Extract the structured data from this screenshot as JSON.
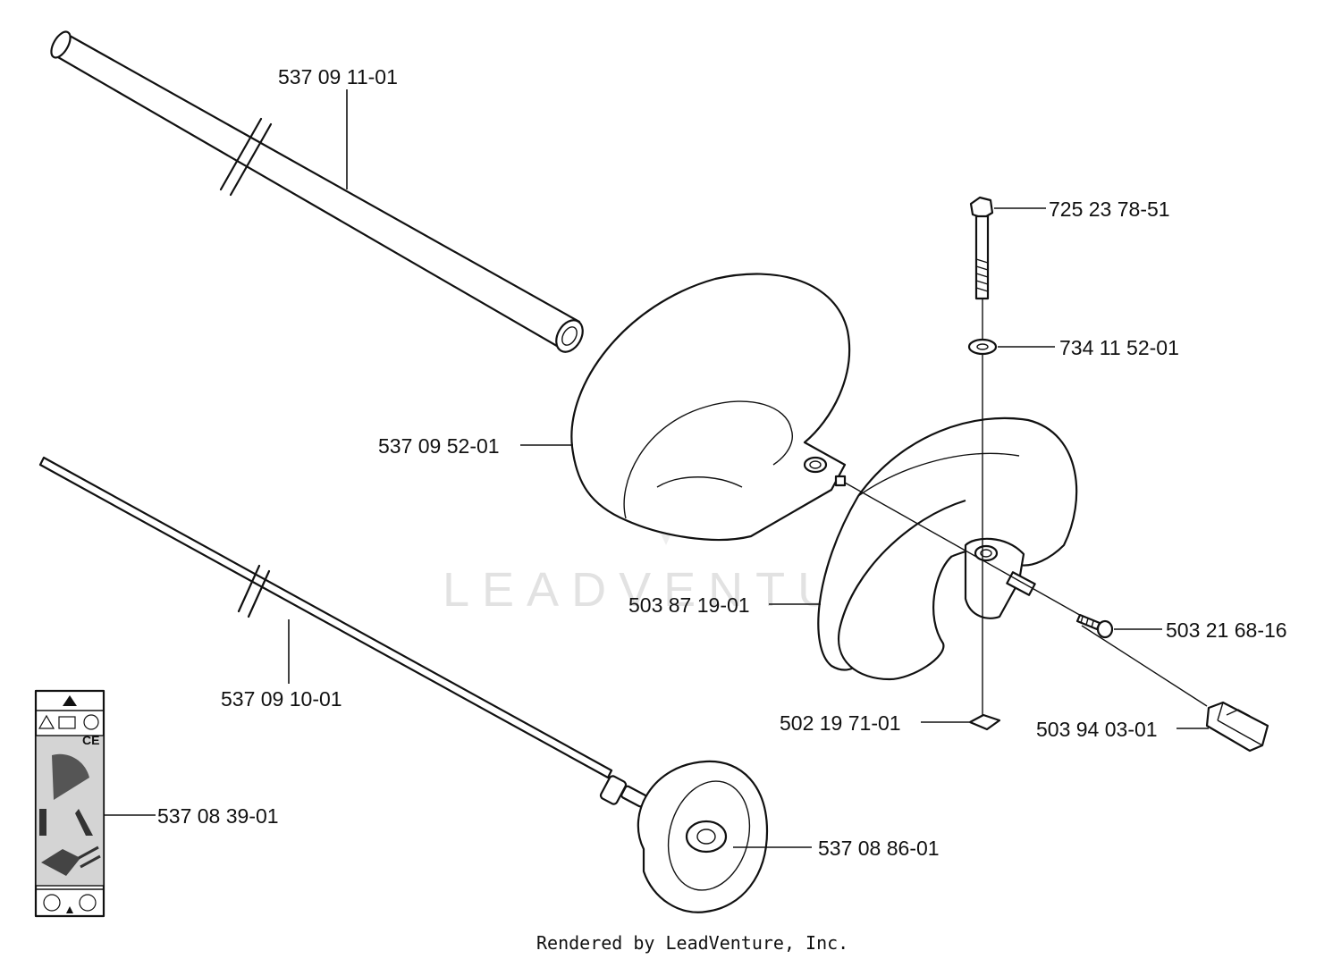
{
  "diagram": {
    "parts": [
      {
        "id": "tube",
        "number": "537 09 11-01"
      },
      {
        "id": "guard",
        "number": "537 09 52-01"
      },
      {
        "id": "bolt",
        "number": "725 23 78-51"
      },
      {
        "id": "washer",
        "number": "734 11 52-01"
      },
      {
        "id": "handle",
        "number": "503 87 19-01"
      },
      {
        "id": "screw",
        "number": "503 21 68-16"
      },
      {
        "id": "nut",
        "number": "502 19 71-01"
      },
      {
        "id": "bracket",
        "number": "503 94 03-01"
      },
      {
        "id": "shaft",
        "number": "537 09 10-01"
      },
      {
        "id": "decal",
        "number": "537 08 39-01"
      },
      {
        "id": "cup",
        "number": "537 08 86-01"
      }
    ],
    "watermark": "LEADVENTURE",
    "footer": "Rendered by LeadVenture, Inc.",
    "decal_text": "CE"
  }
}
